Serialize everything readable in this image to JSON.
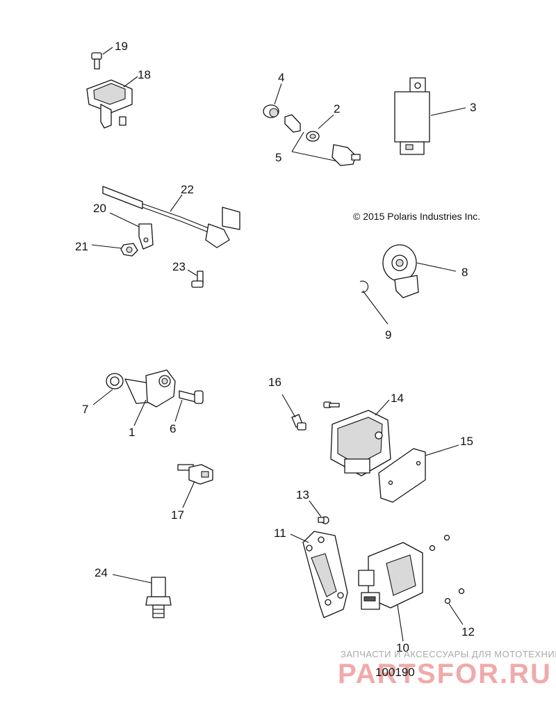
{
  "copyright": "© 2015 Polaris Industries Inc.",
  "figure_number": "100190",
  "watermark": {
    "tagline": "ЗАПЧАСТИ И АКСЕССУАРЫ ДЛЯ МОТОТЕХНИКИ",
    "brand": "PARTSFOR.RU"
  },
  "callouts": [
    "1",
    "2",
    "3",
    "4",
    "5",
    "6",
    "7",
    "8",
    "9",
    "10",
    "11",
    "12",
    "13",
    "14",
    "15",
    "16",
    "17",
    "18",
    "19",
    "20",
    "21",
    "22",
    "23",
    "24"
  ]
}
